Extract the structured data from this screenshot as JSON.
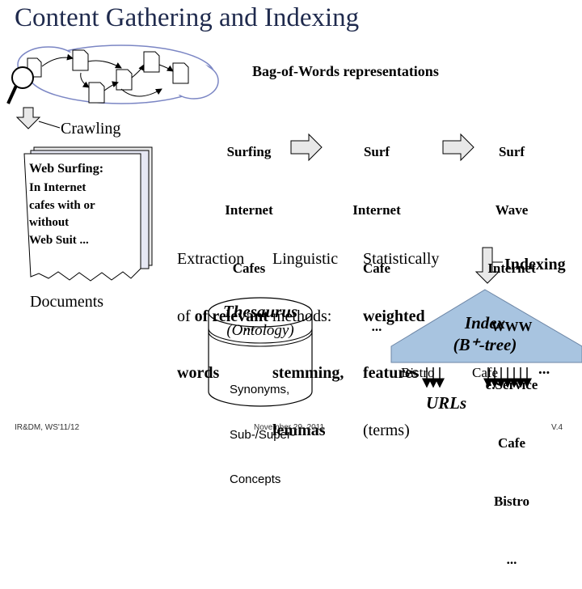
{
  "title": "Content Gathering and Indexing",
  "bag_label": "Bag-of-Words representations",
  "crawling_label": "Crawling",
  "documents_label": "Documents",
  "card": {
    "title": "Web Surfing:",
    "lines": [
      "In Internet",
      "cafes with or",
      "without",
      "Web Suit ..."
    ]
  },
  "bow_columns": [
    {
      "lines": [
        "Surfing",
        "Internet",
        "Cafes",
        "..."
      ]
    },
    {
      "lines": [
        "Surf",
        "Internet",
        "Cafe",
        "..."
      ]
    },
    {
      "lines": [
        "Surf",
        "Wave",
        "Internet",
        "WWW",
        "e.Service",
        "Cafe",
        "Bistro",
        "..."
      ]
    }
  ],
  "extraction": {
    "col1": [
      "Extraction",
      "of relevant",
      "words"
    ],
    "col2": [
      "Linguistic",
      "methods:",
      "stemming,",
      "lemmas"
    ],
    "col3": [
      "Statistically",
      "weighted",
      "features",
      "(terms)"
    ]
  },
  "thesaurus": {
    "title": "Thesaurus",
    "subtitle": "(Ontology)"
  },
  "synonyms_lines": [
    "Synonyms,",
    "Sub-/Super-",
    "Concepts"
  ],
  "indexing_label": "Indexing",
  "index": {
    "title": "Index",
    "subtitle": "(B⁺-tree)"
  },
  "index_leaves": {
    "left": "Bistro",
    "right": "Cafe",
    "more": "..."
  },
  "urls_label": "URLs",
  "footer": {
    "left": "IR&DM, WS'11/12",
    "center": "November 29, 2011",
    "right": "V.4"
  },
  "colors": {
    "title": "#1f2a4d",
    "arrow_fill": "#e8e8e8",
    "index_fill": "#a8c4e0",
    "card_fill": "#e6e8f4"
  }
}
